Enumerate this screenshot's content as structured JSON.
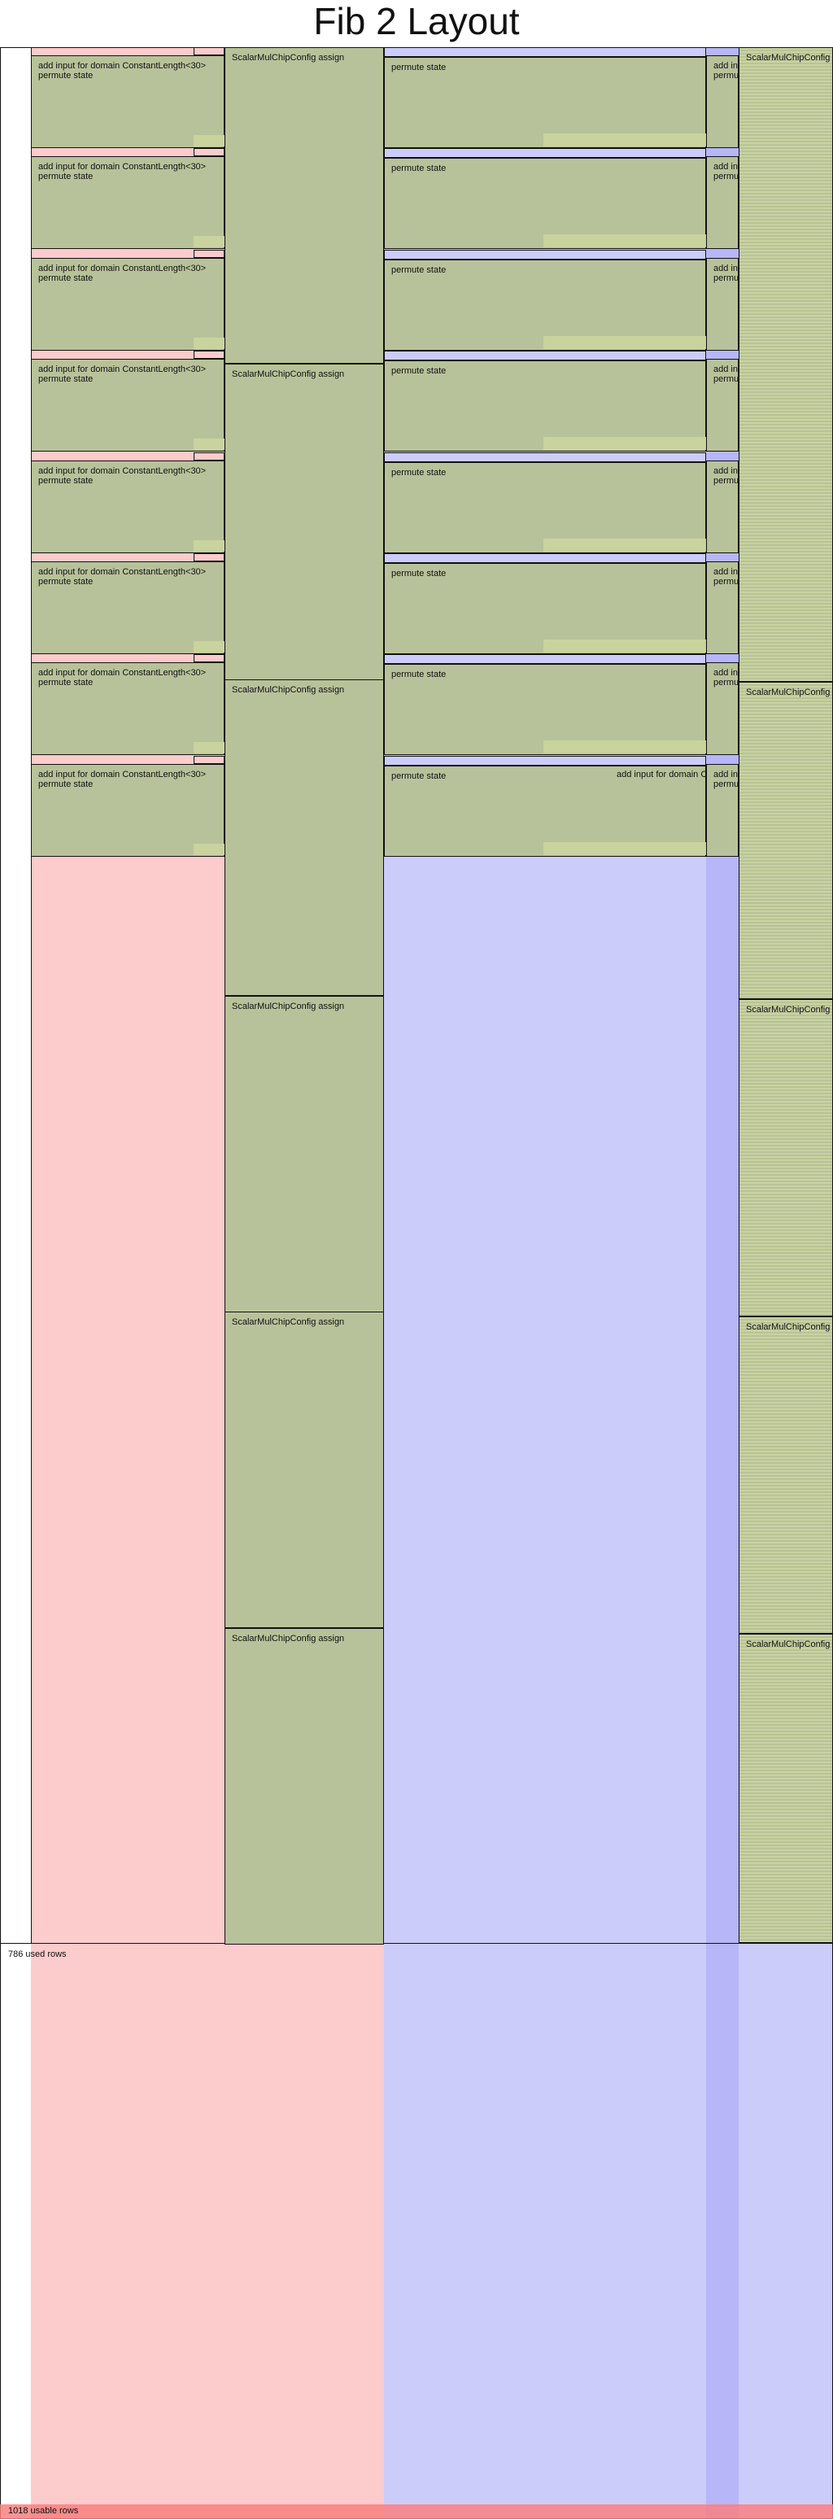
{
  "title": "Fib 2 Layout",
  "labels": {
    "add_input": "add input for domain ConstantLength<30>",
    "permute": "permute state",
    "scalar": "ScalarMulChipConfig assign",
    "scalar_short": "ScalarMulChipConfig assign",
    "used_rows": "786 used rows",
    "usable_rows": "1018 usable rows"
  },
  "colors": {
    "advice": "#fccbcb",
    "fixed": "#ccccfa",
    "instance": "#b6b6f8",
    "region": "#b8c29a",
    "region_light": "#c9d39e",
    "unusable": "#f98080"
  }
}
